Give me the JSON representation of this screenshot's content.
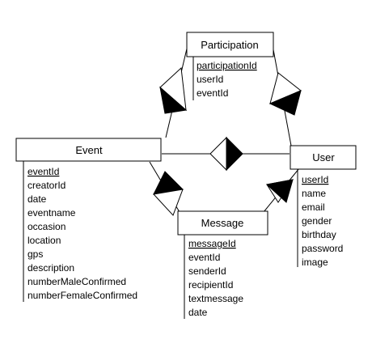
{
  "entities": {
    "participation": {
      "title": "Participation",
      "attributes": [
        "participationId",
        "userId",
        "eventId"
      ],
      "key": "participationId"
    },
    "event": {
      "title": "Event",
      "attributes": [
        "eventId",
        "creatorId",
        "date",
        "eventname",
        "occasion",
        "location",
        "gps",
        "description",
        "numberMaleConfirmed",
        "numberFemaleConfirmed"
      ],
      "key": "eventId"
    },
    "user": {
      "title": "User",
      "attributes": [
        "userId",
        "name",
        "email",
        "gender",
        "birthday",
        "password",
        "image"
      ],
      "key": "userId"
    },
    "message": {
      "title": "Message",
      "attributes": [
        "messageId",
        "eventId",
        "senderId",
        "recipientId",
        "textmessage",
        "date"
      ],
      "key": "messageId"
    }
  },
  "relationships": [
    {
      "from": "event",
      "to": "participation",
      "symbol": "diamond-icon"
    },
    {
      "from": "participation",
      "to": "user",
      "symbol": "diamond-icon"
    },
    {
      "from": "event",
      "to": "user",
      "symbol": "diamond-icon"
    },
    {
      "from": "event",
      "to": "message",
      "symbol": "diamond-icon"
    },
    {
      "from": "message",
      "to": "user",
      "symbol": "diamond-icon"
    }
  ]
}
